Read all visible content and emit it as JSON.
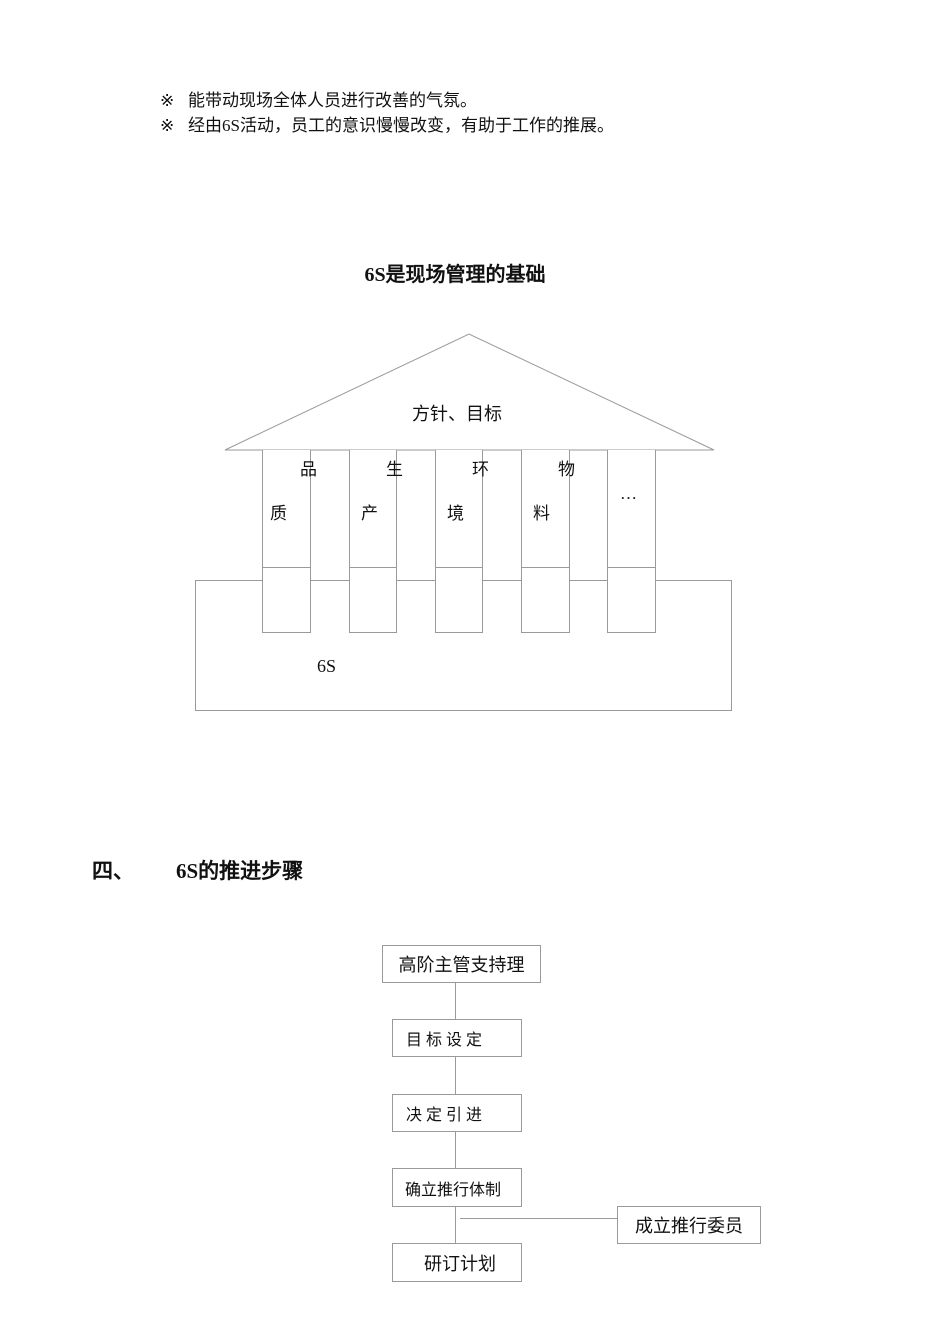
{
  "bullets": [
    {
      "mark": "※",
      "text": "能带动现场全体人员进行改善的气氛。"
    },
    {
      "mark": "※",
      "text": "经由6S活动，员工的意识慢慢改变，有助于工作的推展。"
    }
  ],
  "diagram": {
    "title": "6S是现场管理的基础",
    "roof_label": "方针、目标",
    "pillars": [
      {
        "top": "品",
        "bottom": "质"
      },
      {
        "top": "生",
        "bottom": "产"
      },
      {
        "top": "环",
        "bottom": "境"
      },
      {
        "top": "物",
        "bottom": "料"
      },
      {
        "top": "…",
        "bottom": ""
      }
    ],
    "base_label": "6S"
  },
  "section": {
    "number": "四、",
    "title": "6S的推进步骤"
  },
  "flowchart": {
    "steps": [
      "高阶主管支持理",
      "目 标 设 定",
      "决 定 引 进",
      "确立推行体制",
      "研订计划"
    ],
    "side_box": "成立推行委员"
  }
}
